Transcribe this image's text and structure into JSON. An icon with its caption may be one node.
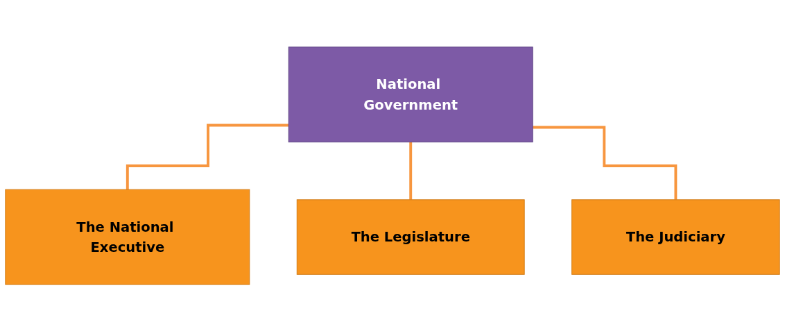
{
  "diagram": {
    "nodes": [
      {
        "text": [
          "National Government"
        ]
      },
      {
        "text": [
          "The National Executive"
        ]
      },
      {
        "text": [
          "The Legislature"
        ]
      },
      {
        "text": [
          "The Judiciary"
        ]
      }
    ],
    "edges": [
      {
        "from": 0,
        "to": 1,
        "arrow": "none"
      },
      {
        "from": 0,
        "to": 2,
        "arrow": "none"
      },
      {
        "from": 0,
        "to": 3,
        "arrow": "none"
      }
    ]
  }
}
